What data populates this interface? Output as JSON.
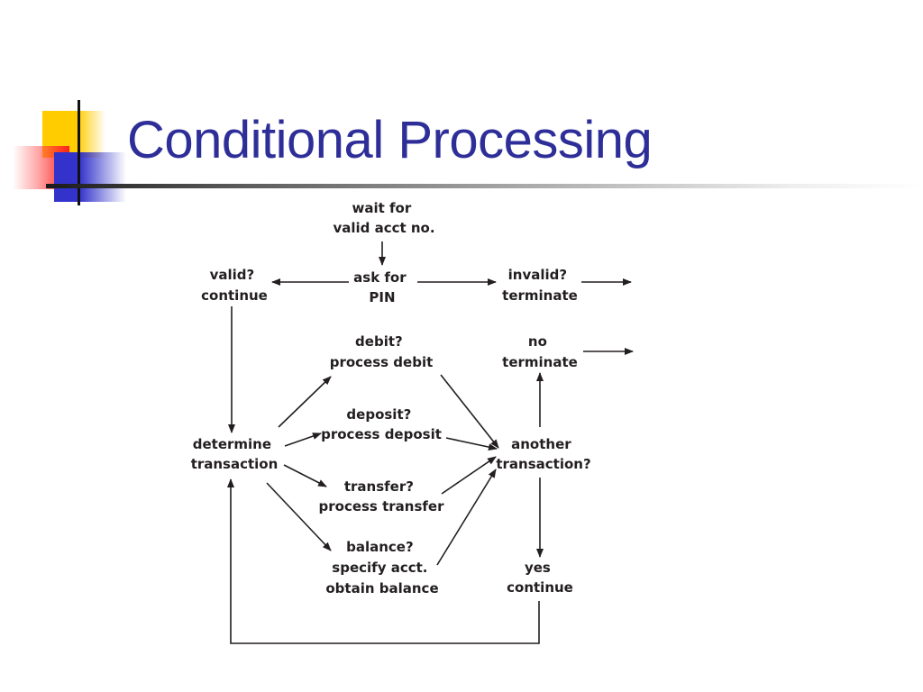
{
  "slide": {
    "title": "Conditional Processing",
    "title_color": "#2e2e99"
  },
  "diagram": {
    "nodes": {
      "wait": [
        "wait for",
        "valid acct no."
      ],
      "ask_pin": [
        "ask for",
        "PIN"
      ],
      "valid": [
        "valid?",
        "continue"
      ],
      "invalid": [
        "invalid?",
        "terminate"
      ],
      "debit": [
        "debit?",
        "process debit"
      ],
      "no_terminate": [
        "no",
        "terminate"
      ],
      "deposit": [
        "deposit?",
        "process deposit"
      ],
      "determine": [
        "determine",
        "transaction"
      ],
      "another": [
        "another",
        "transaction?"
      ],
      "transfer": [
        "transfer?",
        "process transfer"
      ],
      "balance": [
        "balance?",
        "specify acct.",
        "obtain balance"
      ],
      "yes_continue": [
        "yes",
        "continue"
      ]
    },
    "edges": [
      {
        "from": "wait",
        "to": "ask_pin"
      },
      {
        "from": "ask_pin",
        "to": "valid"
      },
      {
        "from": "ask_pin",
        "to": "invalid"
      },
      {
        "from": "invalid",
        "to": "exit"
      },
      {
        "from": "valid",
        "to": "determine"
      },
      {
        "from": "determine",
        "to": "debit"
      },
      {
        "from": "determine",
        "to": "deposit"
      },
      {
        "from": "determine",
        "to": "transfer"
      },
      {
        "from": "determine",
        "to": "balance"
      },
      {
        "from": "debit",
        "to": "another"
      },
      {
        "from": "deposit",
        "to": "another"
      },
      {
        "from": "transfer",
        "to": "another"
      },
      {
        "from": "balance",
        "to": "another"
      },
      {
        "from": "another",
        "to": "no_terminate"
      },
      {
        "from": "no_terminate",
        "to": "exit"
      },
      {
        "from": "another",
        "to": "yes_continue"
      },
      {
        "from": "yes_continue",
        "to": "determine"
      }
    ]
  }
}
